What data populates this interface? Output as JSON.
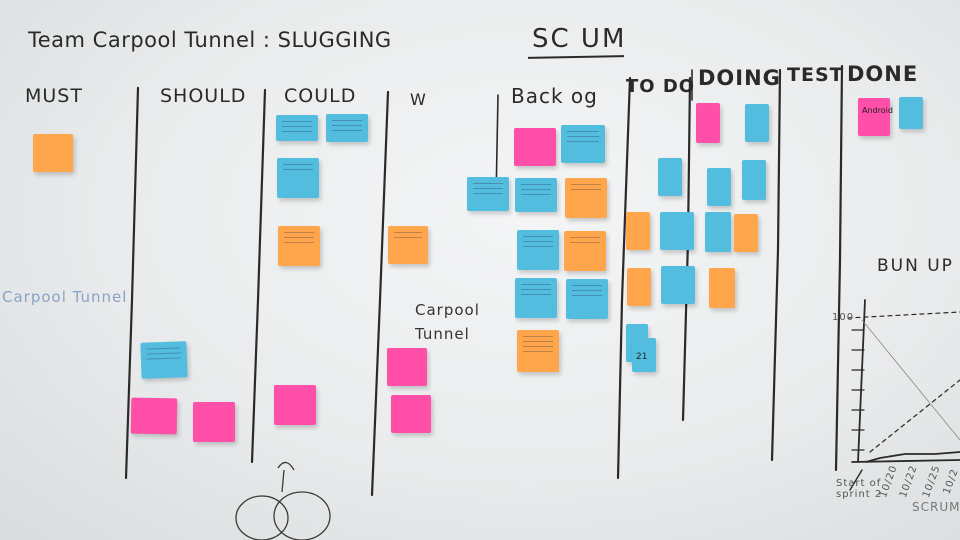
{
  "title": "Team Carpool Tunnel : SLUGGING",
  "heading": "SC UM",
  "columns": {
    "must": "MUST",
    "should": "SHOULD",
    "could": "COULD",
    "w": "W",
    "backlog": "Back og",
    "todo": "TO DO",
    "doing": "DOING",
    "test": "TEST",
    "done": "DONE"
  },
  "side_note": "Carpool Tunnel",
  "side_note_2": "Carpool\nTunnel",
  "burnup_title": "BUN UP",
  "burnup_axis": {
    "y_top": "100",
    "x_ticks": [
      "10/20",
      "10/22",
      "10/25",
      "10/2"
    ],
    "x_label": "SCRUM",
    "start_label": "Start of sprint 2"
  },
  "done_note_text": "Android",
  "todo_note_text": "21",
  "colors": {
    "orange": "#ffa64d",
    "blue": "#53bde0",
    "pink": "#ff4fa8",
    "ink": "#2a2a2a"
  }
}
